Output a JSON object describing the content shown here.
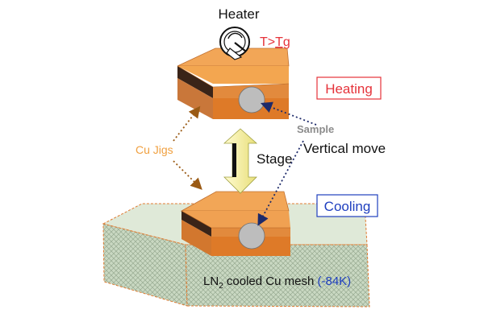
{
  "labels": {
    "heater": "Heater",
    "temp_condition": "T>",
    "temp_condition_tg": "Tg",
    "heating": "Heating",
    "cooling": "Cooling",
    "sample": "Sample",
    "stage": "Stage",
    "vertical_move": "Vertical move",
    "cu_jigs": "Cu Jigs",
    "mesh_prefix": "LN",
    "mesh_subscript": "2",
    "mesh_main": " cooled Cu mesh ",
    "mesh_temp": "(-84K)"
  },
  "colors": {
    "heating_red": "#e5333a",
    "cooling_blue": "#1f3fbf",
    "jig_orange": "#f0a040",
    "mesh_green": "#c6d5bf",
    "arrow_yellow": "#f3ef9a"
  }
}
